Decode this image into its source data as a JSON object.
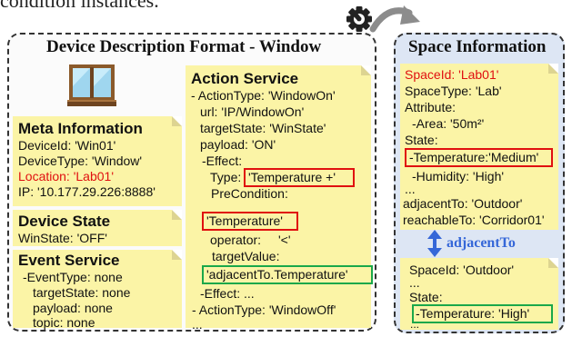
{
  "top_cut_text": "condition instances.",
  "left_panel": {
    "title": "Device Description Format - Window",
    "meta": {
      "header": "Meta Information",
      "device_id": "DeviceId: 'Win01'",
      "device_type": "DeviceType: 'Window'",
      "location": "Location: 'Lab01'",
      "ip": "IP: '10.177.29.226:8888'"
    },
    "device_state": {
      "header": "Device State",
      "win_state": "WinState: 'OFF'"
    },
    "event_service": {
      "header": "Event Service",
      "event_type": "-EventType: none",
      "target_state": "targetState: none",
      "payload": "payload: none",
      "topic": "topic: none"
    },
    "action_service": {
      "header": "Action Service",
      "action_type_on": "- ActionType: 'WindowOn'",
      "url": "url: 'IP/WindowOn'",
      "target_state": "targetState: 'WinState'",
      "payload": "payload: 'ON'",
      "effect": "-Effect:",
      "type_label": "Type:",
      "type_value": "'Temperature +'",
      "precondition": "PreCondition:",
      "precondition_value": "'Temperature'",
      "operator_label": "operator:",
      "operator_value": "'<'",
      "target_value": "targetValue:",
      "target_value_value": "'adjacentTo.Temperature'",
      "effect2": "-Effect: ...",
      "action_type_off": "- ActionType:  'WindowOff'",
      "ellipsis": "..."
    }
  },
  "right_panel": {
    "title": "Space Information",
    "lab": {
      "space_id": "SpaceId: 'Lab01'",
      "space_type": "SpaceType: 'Lab'",
      "attribute": "Attribute:",
      "area": "-Area: '50m²'",
      "state": "State:",
      "temperature": "-Temperature:'Medium'",
      "humidity": "-Humidity: 'High'",
      "ellipsis": "...",
      "adjacent_to": "adjacentTo: 'Outdoor'",
      "reachable_to": "reachableTo: 'Corridor01'"
    },
    "link_label": "adjacentTo",
    "outdoor": {
      "space_id": "SpaceId: 'Outdoor'",
      "ellipsis1": "...",
      "state": "State:",
      "temperature": "-Temperature: 'High'",
      "ellipsis2": "..."
    }
  },
  "icons": [
    "gear-icon",
    "curved-arrow-icon",
    "window-icon",
    "double-arrow-icon"
  ]
}
